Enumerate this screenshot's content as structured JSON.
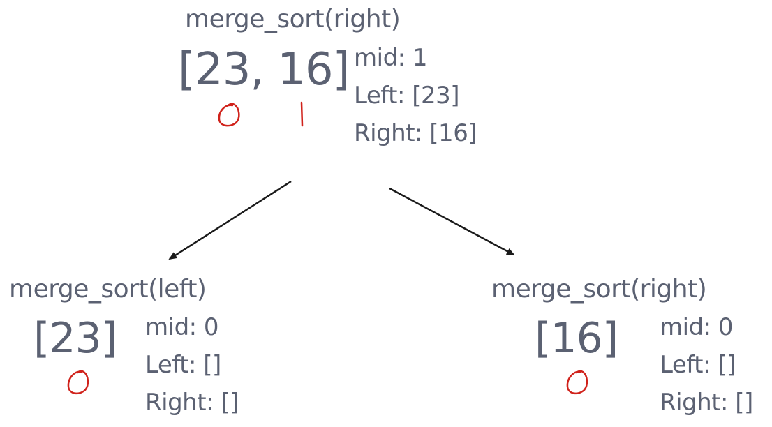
{
  "colors": {
    "text": "#5b6172",
    "arrow": "#1a1a1a",
    "annotation": "#d0221b"
  },
  "root": {
    "title": "merge_sort(right)",
    "array": "[23, 16]",
    "mid": "mid: 1",
    "left": "Left: [23]",
    "right": "Right: [16]",
    "annotations": [
      "0",
      "1"
    ]
  },
  "left_node": {
    "title": "merge_sort(left)",
    "array": "[23]",
    "mid": "mid: 0",
    "left": "Left: []",
    "right": "Right: []",
    "annotations": [
      "0"
    ]
  },
  "right_node": {
    "title": "merge_sort(right)",
    "array": "[16]",
    "mid": "mid: 0",
    "left": "Left: []",
    "right": "Right: []",
    "annotations": [
      "0"
    ]
  }
}
